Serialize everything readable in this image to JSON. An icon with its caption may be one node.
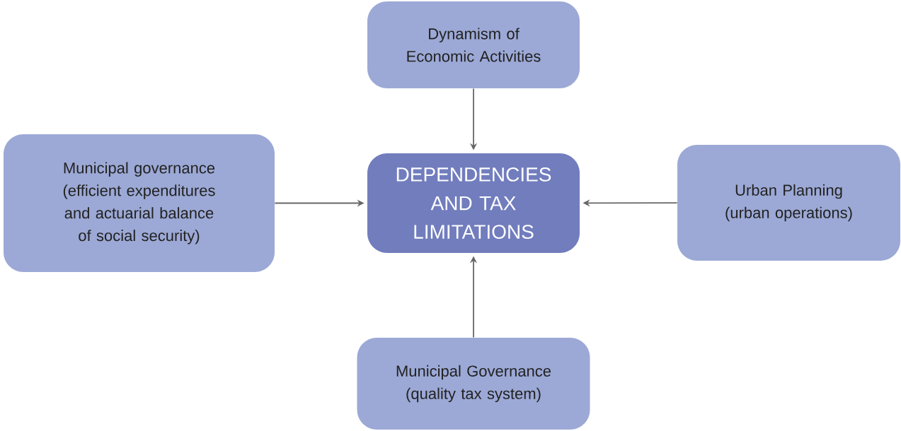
{
  "diagram": {
    "nodes": [
      {
        "text": [
          "Dynamism of Economic Activities"
        ]
      },
      {
        "text": [
          "Municipal governance (efficient expenditures and actuarial balance of social security)"
        ]
      },
      {
        "text": [
          "DEPENDENCIES AND TAX LIMITATIONS"
        ]
      },
      {
        "text": [
          "Urban Planning (urban operations)"
        ]
      },
      {
        "text": [
          "Municipal Governance (quality tax system)"
        ]
      }
    ],
    "edges": [
      {
        "from": 0,
        "to": 2,
        "arrow": "to"
      },
      {
        "from": 1,
        "to": 2,
        "arrow": "to"
      },
      {
        "from": 3,
        "to": 2,
        "arrow": "to"
      },
      {
        "from": 4,
        "to": 2,
        "arrow": "to"
      }
    ]
  }
}
